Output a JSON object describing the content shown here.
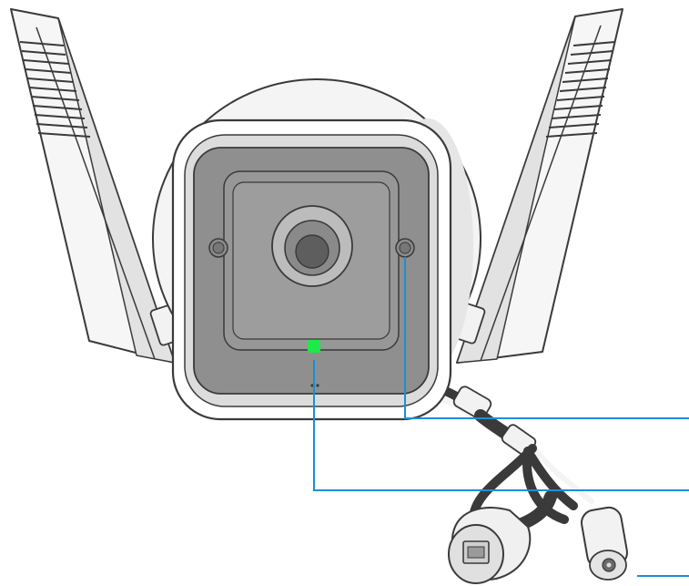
{
  "figure": {
    "subject": "outdoor-wifi-camera-front-view",
    "colors": {
      "outline": "#3a3a3a",
      "housing": "#ffffff",
      "face_ring": "#d8d8d8",
      "face_panel": "#8f8f8f",
      "face_panel_inner": "#9d9d9d",
      "lens_outer": "#bcbcbc",
      "lens_mid": "#8a8a8a",
      "lens_inner": "#5e5e5e",
      "antenna_fill": "#f4f4f4",
      "antenna_shade": "#dedede",
      "led": "#1ee84a",
      "callout": "#1a8fd8"
    },
    "icons": [
      "antenna-left-icon",
      "antenna-right-icon",
      "camera-body-icon",
      "lens-icon",
      "led-icon",
      "ethernet-port-icon",
      "dc-power-jack-icon"
    ],
    "callouts": [
      {
        "id": "light-sensor",
        "label": ""
      },
      {
        "id": "status-led",
        "label": ""
      },
      {
        "id": "ports",
        "label": ""
      }
    ]
  }
}
